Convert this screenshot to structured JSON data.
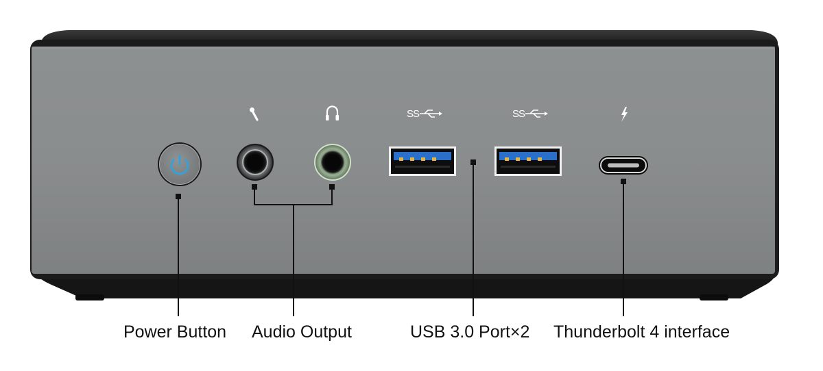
{
  "device": {
    "body_color": "#8b8e8f",
    "shell_color": "#1e1e1e",
    "accent_blue": "#2fa3e0",
    "usb_blue": "#2a6fc9"
  },
  "ports": [
    {
      "id": "power",
      "icon": "power-icon",
      "label": "Power Button"
    },
    {
      "id": "mic",
      "icon": "microphone-icon",
      "label": "Audio Output"
    },
    {
      "id": "headphone",
      "icon": "headphone-icon",
      "label": "Audio Output"
    },
    {
      "id": "usb1",
      "icon": "usb-superspeed-icon",
      "icon_text": "SS"
    },
    {
      "id": "usb2",
      "icon": "usb-superspeed-icon",
      "icon_text": "SS"
    },
    {
      "id": "thunderbolt",
      "icon": "thunderbolt-icon"
    }
  ],
  "usb_icon_text": "SS",
  "labels": {
    "power": "Power Button",
    "audio": "Audio Output",
    "usb": "USB 3.0 Port×2",
    "thunderbolt": "Thunderbolt 4 interface"
  }
}
